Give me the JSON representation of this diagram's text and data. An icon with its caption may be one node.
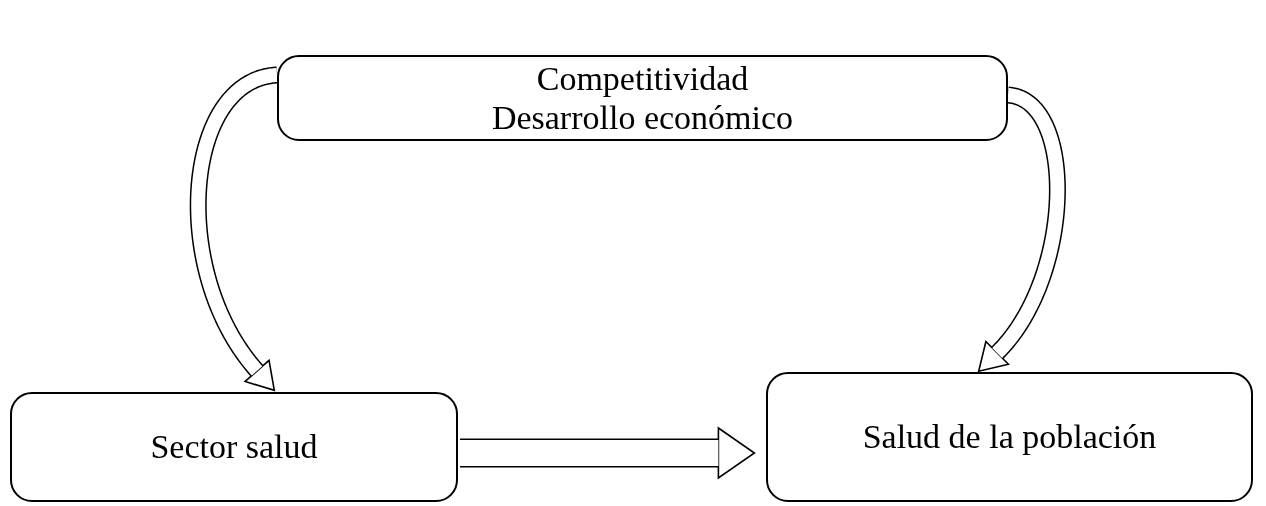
{
  "diagram": {
    "nodes": [
      {
        "text": [
          "Competitividad",
          "Desarrollo económico"
        ]
      },
      {
        "text": [
          "Sector salud"
        ]
      },
      {
        "text": [
          "Salud de la población"
        ]
      }
    ],
    "edges": [
      {
        "from": 0,
        "to": 1,
        "arrow": "to"
      },
      {
        "from": 0,
        "to": 2,
        "arrow": "to"
      },
      {
        "from": 1,
        "to": 2,
        "arrow": "to"
      }
    ]
  }
}
